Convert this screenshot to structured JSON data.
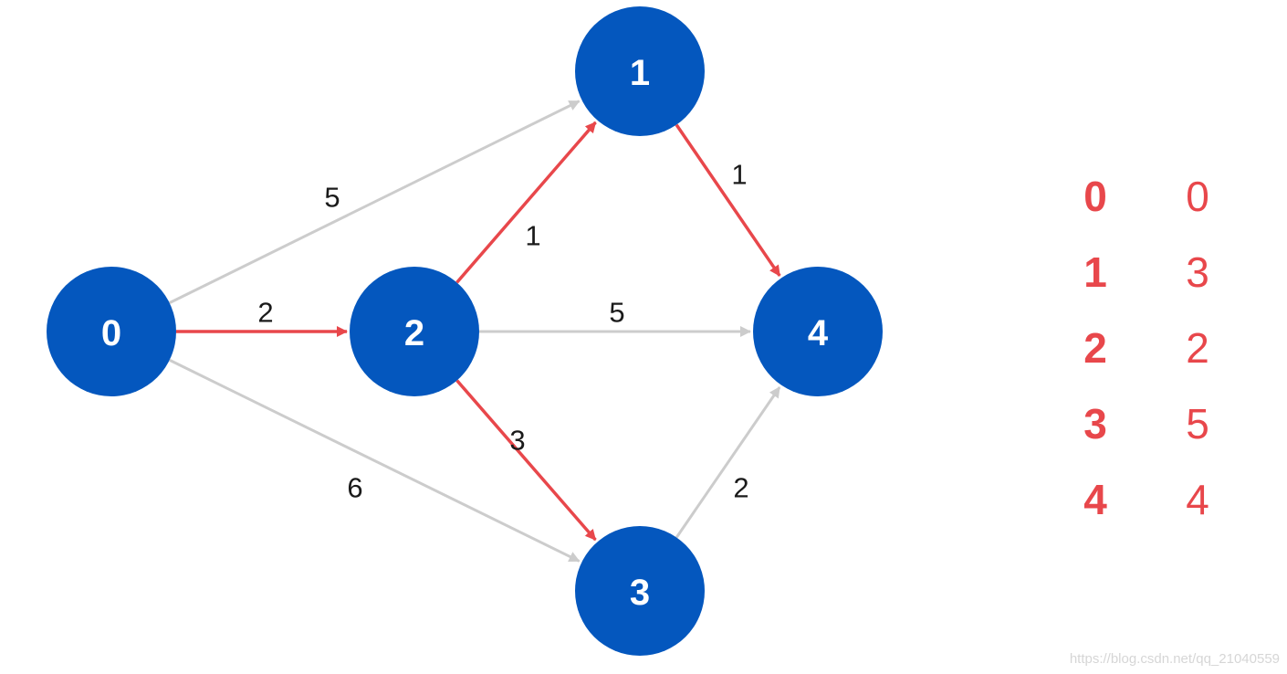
{
  "colors": {
    "node_fill": "#0457be",
    "node_text": "#ffffff",
    "edge_default": "#cccccc",
    "edge_highlight": "#e8474b",
    "weight_text": "#1a1a1a",
    "table_text": "#e8474b"
  },
  "nodes": [
    {
      "id": "0",
      "label": "0"
    },
    {
      "id": "1",
      "label": "1"
    },
    {
      "id": "2",
      "label": "2"
    },
    {
      "id": "3",
      "label": "3"
    },
    {
      "id": "4",
      "label": "4"
    }
  ],
  "edges": [
    {
      "from": "0",
      "to": "1",
      "weight": "5",
      "highlighted": false
    },
    {
      "from": "0",
      "to": "2",
      "weight": "2",
      "highlighted": true
    },
    {
      "from": "0",
      "to": "3",
      "weight": "6",
      "highlighted": false
    },
    {
      "from": "2",
      "to": "1",
      "weight": "1",
      "highlighted": true
    },
    {
      "from": "2",
      "to": "4",
      "weight": "5",
      "highlighted": false
    },
    {
      "from": "2",
      "to": "3",
      "weight": "3",
      "highlighted": true
    },
    {
      "from": "1",
      "to": "4",
      "weight": "1",
      "highlighted": true
    },
    {
      "from": "3",
      "to": "4",
      "weight": "2",
      "highlighted": false
    }
  ],
  "distance_table": [
    {
      "node": "0",
      "distance": "0"
    },
    {
      "node": "1",
      "distance": "3"
    },
    {
      "node": "2",
      "distance": "2"
    },
    {
      "node": "3",
      "distance": "5"
    },
    {
      "node": "4",
      "distance": "4"
    }
  ],
  "watermark": "https://blog.csdn.net/qq_21040559"
}
